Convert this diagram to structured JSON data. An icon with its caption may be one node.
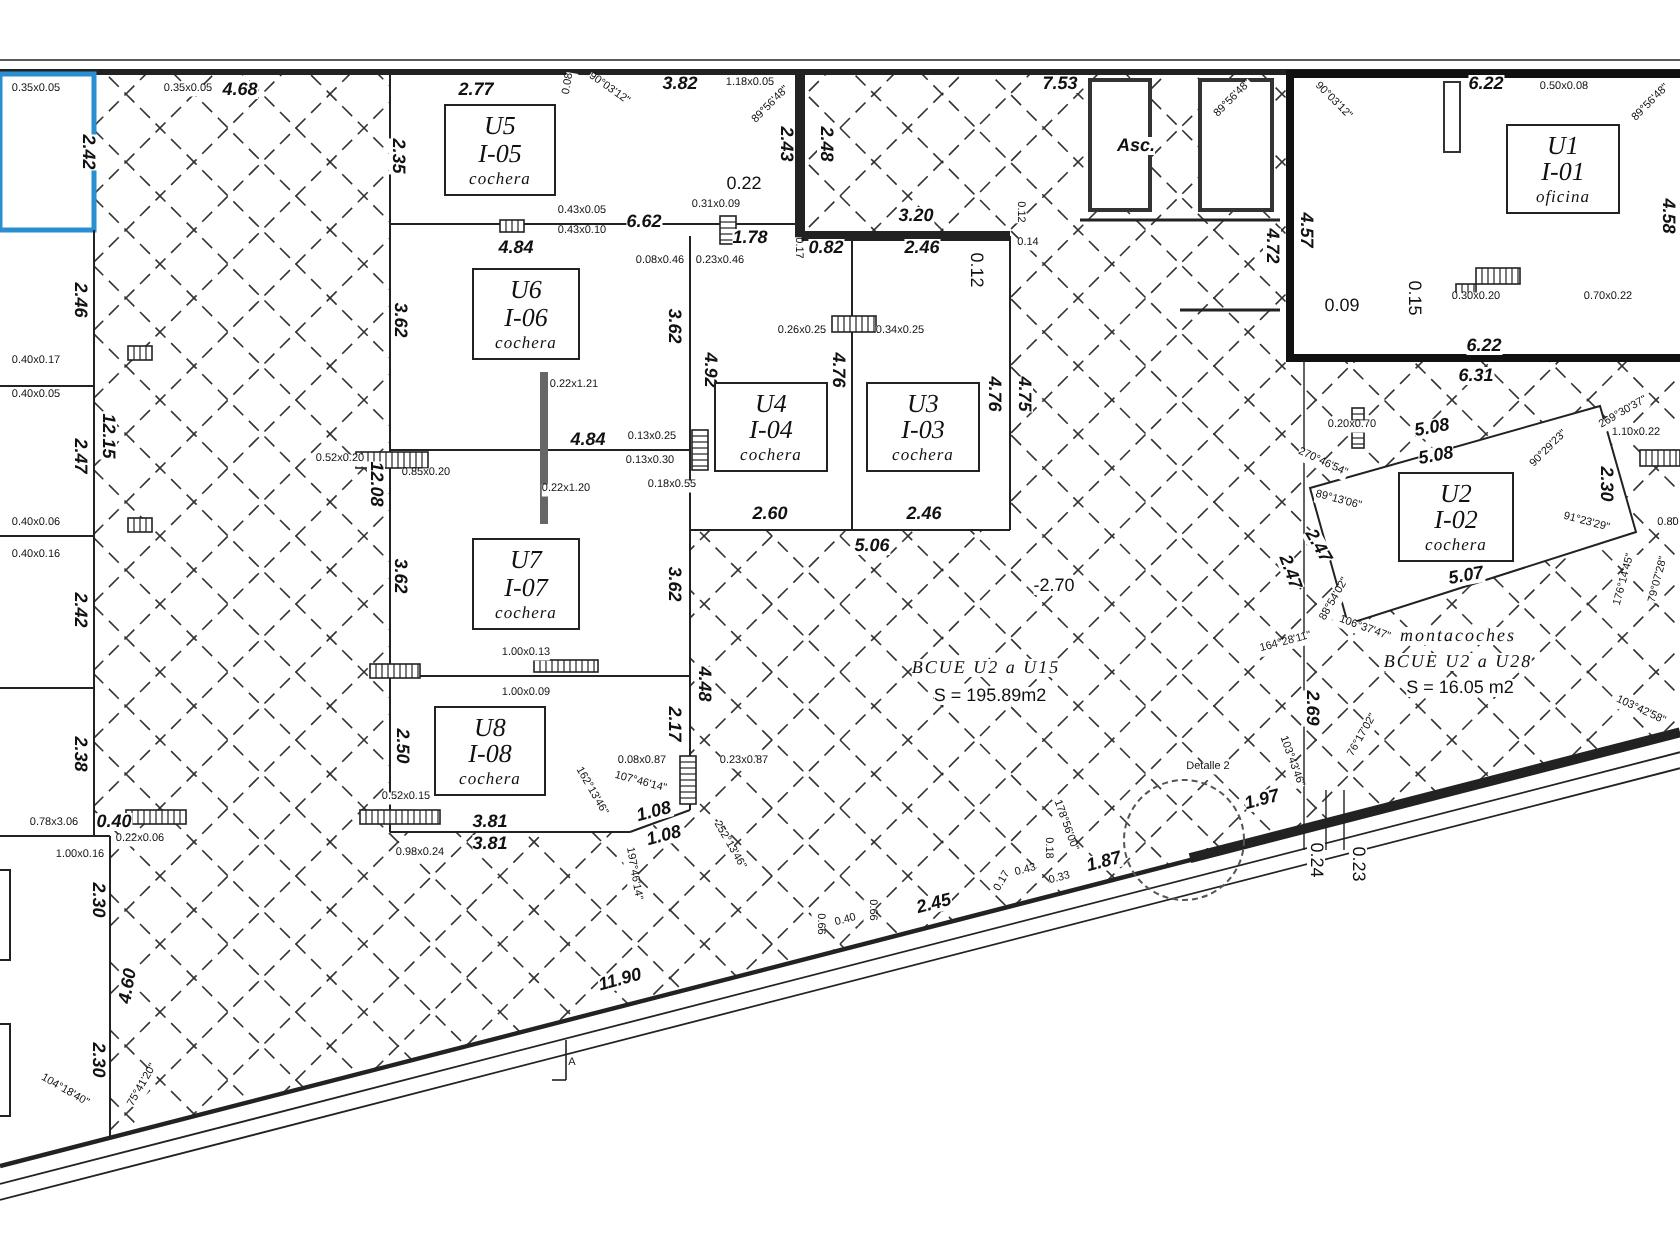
{
  "diagram": {
    "nodes": [
      {
        "text": [
          "U5",
          "I-05",
          "cochera"
        ]
      },
      {
        "text": [
          "U6",
          "I-06",
          "cochera"
        ]
      },
      {
        "text": [
          "U7",
          "I-07",
          "cochera"
        ]
      },
      {
        "text": [
          "U8",
          "I-08",
          "cochera"
        ]
      },
      {
        "text": [
          "U4",
          "I-04",
          "cochera"
        ]
      },
      {
        "text": [
          "U3",
          "I-03",
          "cochera"
        ]
      },
      {
        "text": [
          "U1",
          "I-01",
          "oficina"
        ]
      },
      {
        "text": [
          "U2",
          "I-02",
          "cochera"
        ]
      }
    ],
    "labels": [
      "0.35x0.05",
      "0.35x0.05",
      "4.68",
      "2.77",
      "0.08",
      "90°03'12\"",
      "3.82",
      "1.18x0.05",
      "89°56'48\"",
      "7.53",
      "Asc.",
      "89°56'48\"",
      "90°03'12\"",
      "6.22",
      "0.50x0.08",
      "89°56'48\"",
      "2.42",
      "2.43",
      "2.48",
      "0.22",
      "2.35",
      "0.43x0.05",
      "0.43x0.10",
      "6.62",
      "0.31x0.09",
      "1.78",
      "3.20",
      "0.12",
      "0.17",
      "0.82",
      "2.46",
      "0.14",
      "4.84",
      "0.08x0.46",
      "0.23x0.46",
      "0.12",
      "2.46",
      "3.62",
      "3.62",
      "0.26x0.25",
      "0.34x0.25",
      "4.57",
      "4.72",
      "4.58",
      "0.30x0.20",
      "0.70x0.22",
      "0.09",
      "0.15",
      "6.22",
      "6.31",
      "0.40x0.17",
      "0.40x0.05",
      "4.92",
      "4.76",
      "4.76",
      "4.75",
      "0.22x1.21",
      "0.20x0.70",
      "269°30'37\"",
      "5.08",
      "5.08",
      "1.10x0.22",
      "0.13x0.25",
      "4.84",
      "2.47",
      "12.15",
      "0.52x0.20",
      "0.85x0.20",
      "0.13x0.30",
      "12.08",
      "270°46'54\"",
      "90°29'23\"",
      "2.30",
      "0.22x1.20",
      "0.18x0.55",
      "89°13'06\"",
      "2.60",
      "2.46",
      "0.40x0.06",
      "91°23'29\"",
      "0.80",
      "0.40x0.16",
      "5.06",
      "2.47",
      "3.62",
      "3.62",
      "-2.70",
      "2.47",
      "5.07",
      "176°14'45\"",
      "79°07'28\"",
      "2.42",
      "88°54'02\"",
      "montacoches",
      "164°28'11\"",
      "106°37'47\"",
      "1.00x0.13",
      "BCUE U2 a U15",
      "BCUE U2 a U28",
      "S = 195.89m2",
      "S = 16.05 m2",
      "4.48",
      "1.00x0.09",
      "103°42'58\"",
      "2.69",
      "2.38",
      "2.50",
      "2.17",
      "76°17'02\"",
      "103°43'46\"",
      "0.08x0.87",
      "0.23x0.87",
      "Detalle 2",
      "107°46'14\"",
      "162°13'46\"",
      "1.97",
      "1.08",
      "0.52x0.15",
      "0.78x3.06",
      "0.40",
      "3.81",
      "1.08",
      "0.22x0.06",
      "252°13'46\"",
      "178°56'00\"",
      "3.81",
      "0.98x0.24",
      "0.18",
      "1.00x0.16",
      "1.87",
      "0.24",
      "0.23",
      "197°46'14\"",
      "0.17",
      "0.43",
      "0.33",
      "2.30",
      "2.45",
      "0.66",
      "0.40",
      "0.66",
      "11.90",
      "4.60",
      "2.30",
      "104°18'40\"",
      "75°41'20\"",
      "A"
    ]
  }
}
